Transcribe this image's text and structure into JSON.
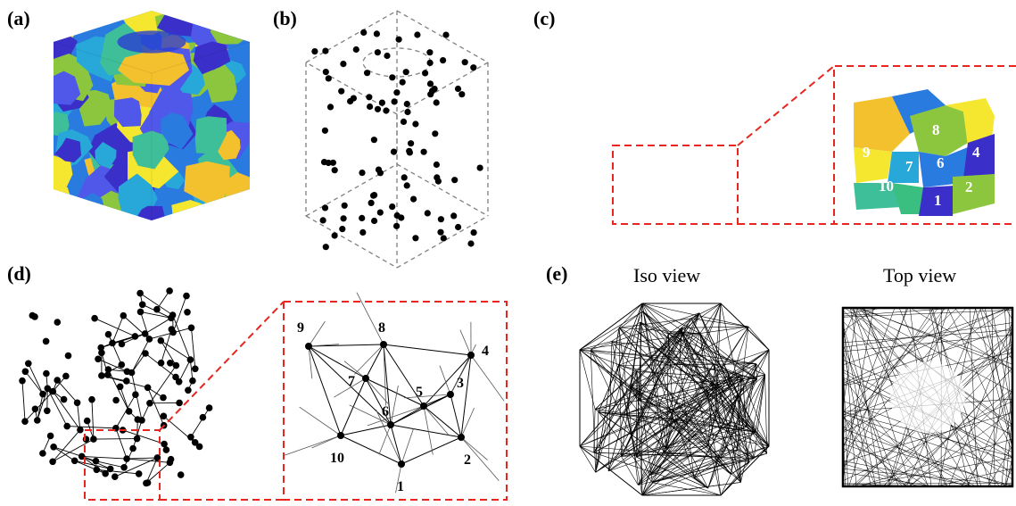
{
  "panels": {
    "a": {
      "label": "(a)"
    },
    "b": {
      "label": "(b)"
    },
    "c": {
      "label": "(c)",
      "grain_labels": [
        "8",
        "9",
        "7",
        "6",
        "4",
        "10",
        "1",
        "2"
      ]
    },
    "d": {
      "label": "(d)",
      "node_labels": [
        "9",
        "8",
        "4",
        "7",
        "5",
        "3",
        "6",
        "10",
        "2",
        "1"
      ]
    },
    "e": {
      "label": "(e)",
      "iso_title": "Iso view",
      "top_title": "Top view"
    }
  },
  "colors": {
    "grain_palette": [
      "#3b2fc9",
      "#2a7be0",
      "#28a8d8",
      "#3fbf99",
      "#8cc63f",
      "#f4c12e",
      "#f5e62f",
      "#4f58e8"
    ],
    "dashed_red": "#e8251f",
    "dashed_gray": "#808080"
  }
}
